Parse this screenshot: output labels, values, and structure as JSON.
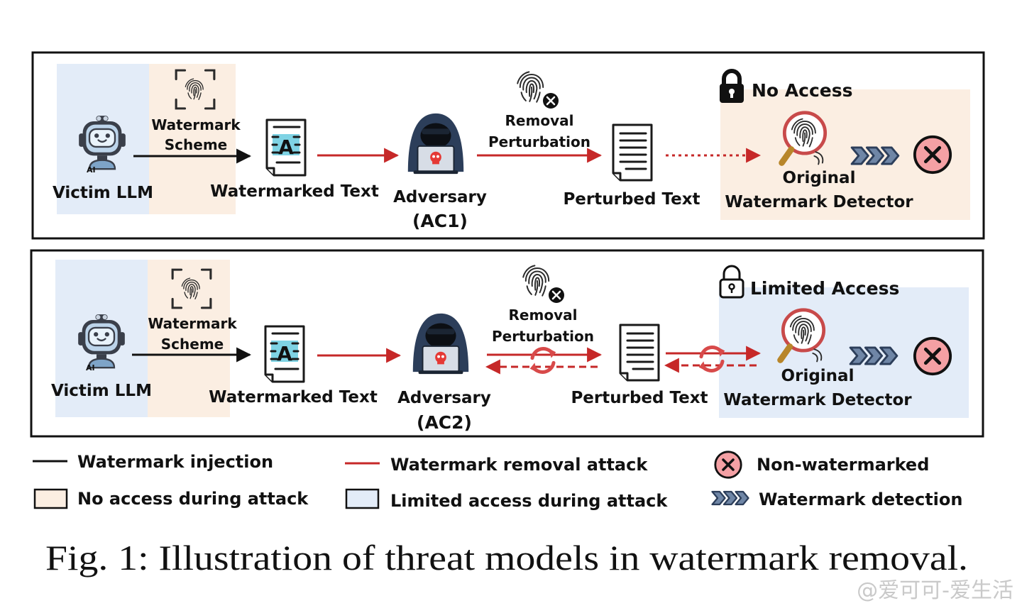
{
  "panel_ac1": {
    "victim": "Victim LLM",
    "ai_badge": "AI",
    "scheme_line1": "Watermark",
    "scheme_line2": "Scheme",
    "doc_glyph": "A",
    "watermarked_text": "Watermarked Text",
    "adversary": "Adversary",
    "adversary_id": "(AC1)",
    "removal_line1": "Removal",
    "removal_line2": "Perturbation",
    "perturbed_text": "Perturbed Text",
    "access_label": "No Access",
    "detector_line1": "Original",
    "detector_line2": "Watermark Detector"
  },
  "panel_ac2": {
    "victim": "Victim LLM",
    "ai_badge": "AI",
    "scheme_line1": "Watermark",
    "scheme_line2": "Scheme",
    "doc_glyph": "A",
    "watermarked_text": "Watermarked Text",
    "adversary": "Adversary",
    "adversary_id": "(AC2)",
    "removal_line1": "Removal",
    "removal_line2": "Perturbation",
    "perturbed_text": "Perturbed Text",
    "access_label": "Limited Access",
    "detector_line1": "Original",
    "detector_line2": "Watermark Detector"
  },
  "legend": {
    "injection": "Watermark injection",
    "removal_attack": "Watermark removal attack",
    "non_watermarked": "Non-watermarked",
    "no_access": "No access during attack",
    "limited_access": "Limited access during attack",
    "detection": "Watermark detection"
  },
  "caption": "Fig. 1: Illustration of threat models in watermark removal.",
  "watermark": "@爱可可-爱生活",
  "colors": {
    "no_access_fill": "#fbeee2",
    "limited_access_fill": "#e3ecf8",
    "removal_red": "#c62828",
    "detector_navy": "#2c3e5a",
    "reject_pink": "#f4a0a4"
  }
}
